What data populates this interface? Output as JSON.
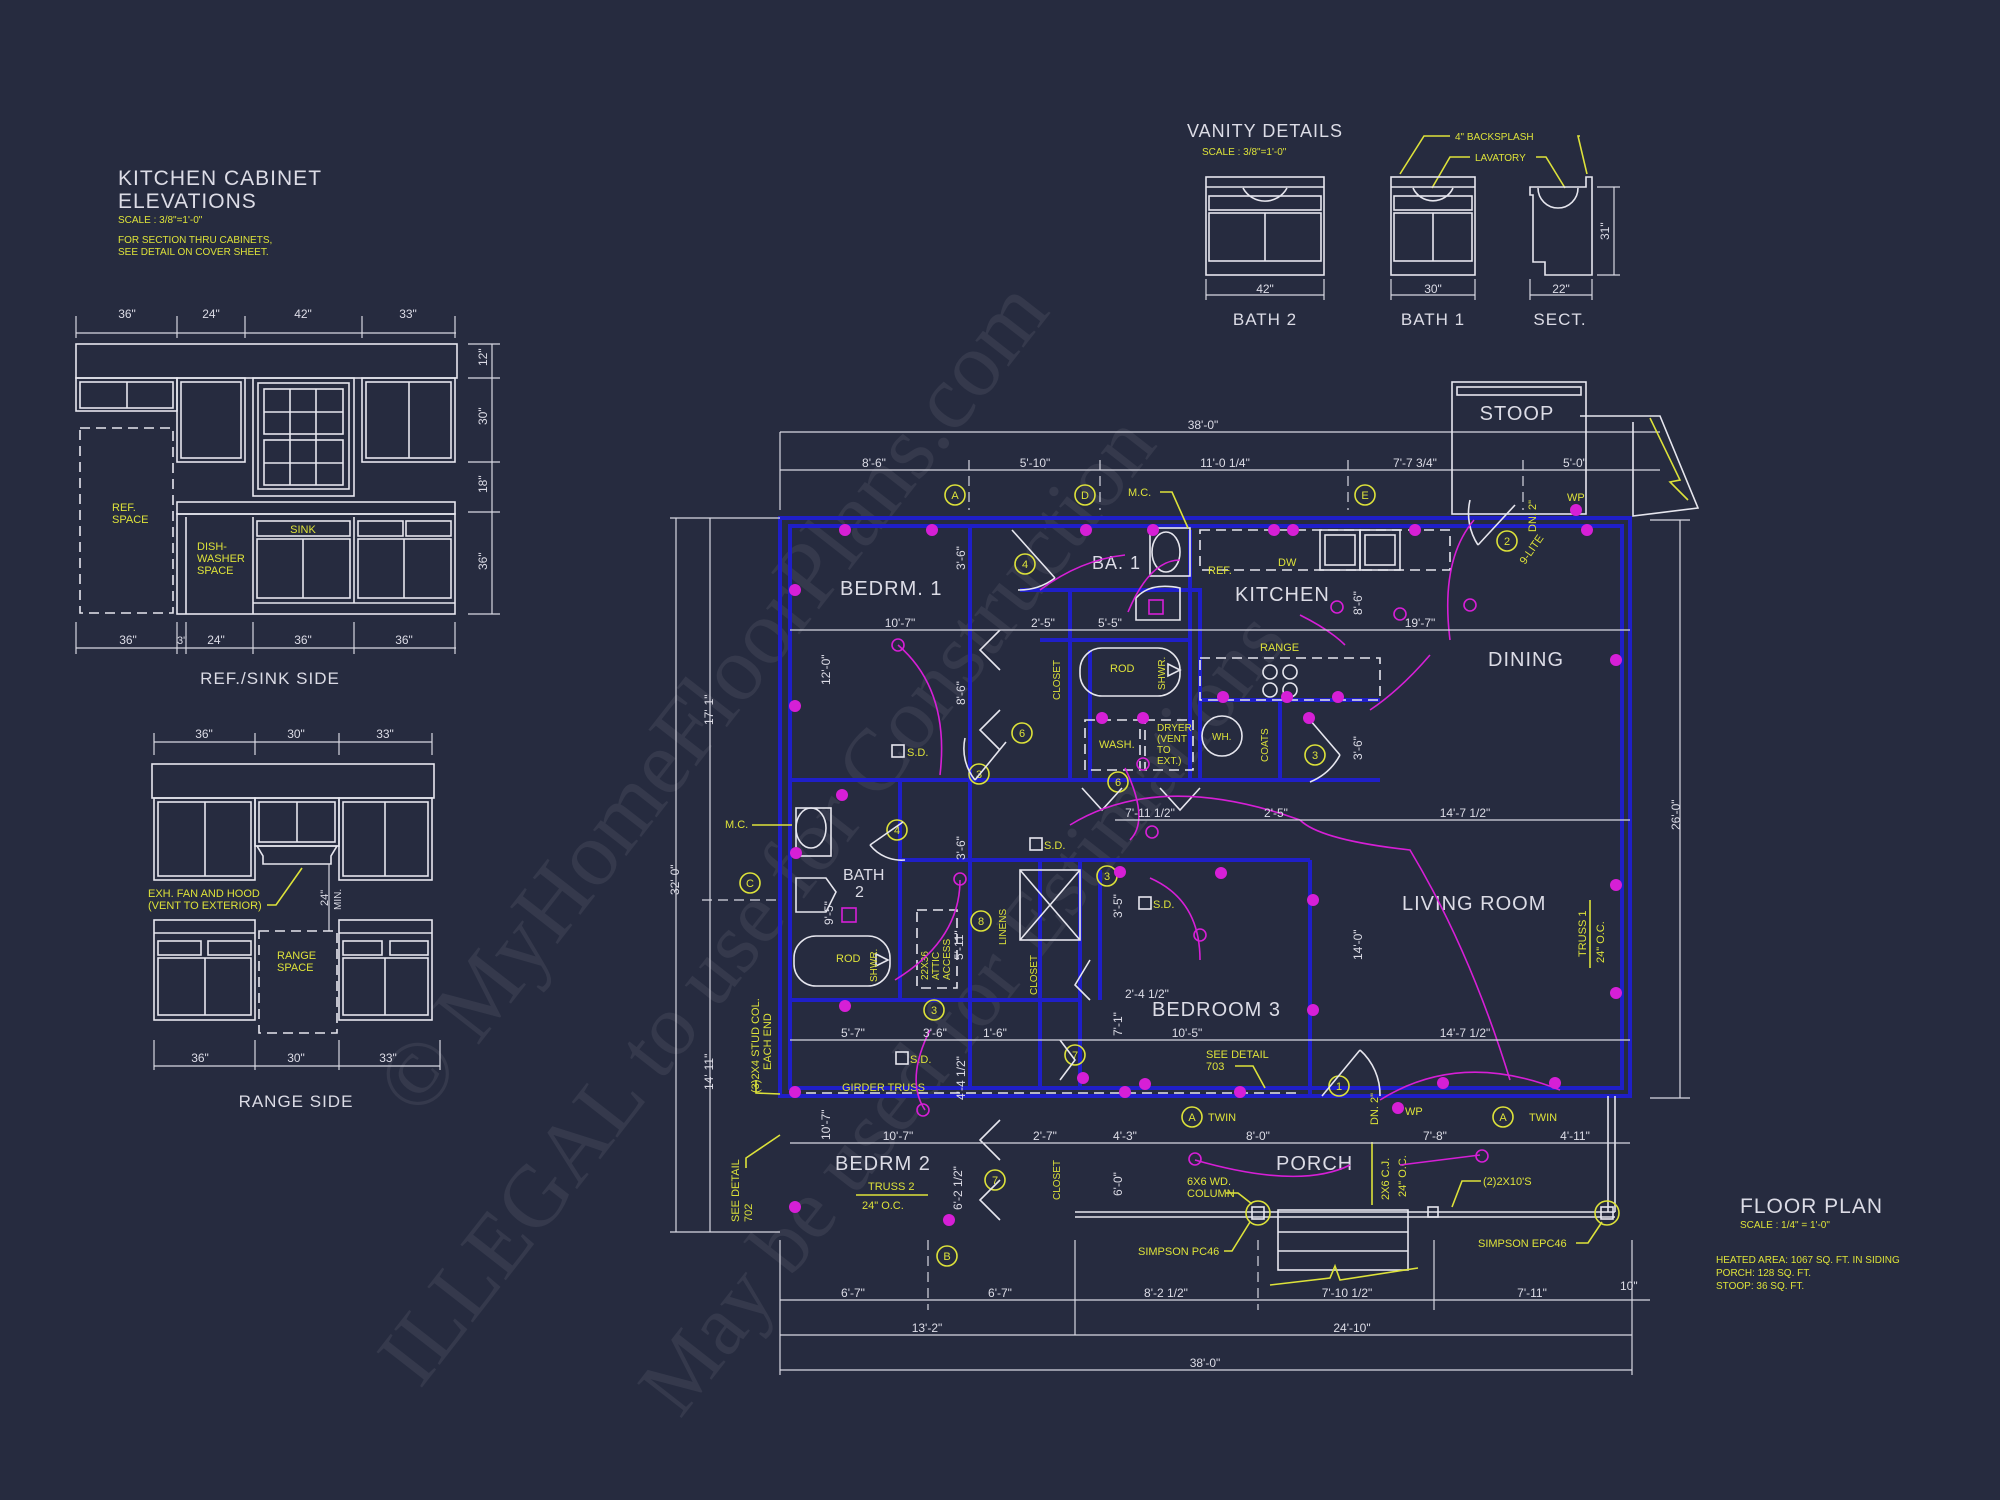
{
  "sheet": {
    "background": "#262b3f",
    "colors": {
      "lines": "#e6e6ee",
      "walls": "#1f1fc8",
      "annotations": "#dde23a",
      "electrical": "#d61fd6"
    }
  },
  "watermarks": [
    "© MyHomeFloorPlans.com",
    "ILLEGAL to use for Construction",
    "May be used for Estimations"
  ],
  "kitchen_elevations": {
    "title_line1": "KITCHEN CABINET",
    "title_line2": "ELEVATIONS",
    "scale": "SCALE : 3/8\"=1'-0\"",
    "note_line1": "FOR SECTION THRU CABINETS,",
    "note_line2": "SEE DETAIL ON COVER SHEET.",
    "ref_sink": {
      "top_dims": [
        "36\"",
        "24\"",
        "42\"",
        "33\""
      ],
      "bottom_dims": [
        "36\"",
        "3\"",
        "24\"",
        "36\"",
        "36\""
      ],
      "side_dims": [
        "12\"",
        "30\"",
        "18\"",
        "36\""
      ],
      "ref_label_1": "REF.",
      "ref_label_2": "SPACE",
      "dw_label_1": "DISH-",
      "dw_label_2": "WASHER",
      "dw_label_3": "SPACE",
      "sink_label": "SINK",
      "caption": "REF./SINK SIDE"
    },
    "range": {
      "top_dims": [
        "36\"",
        "30\"",
        "33\""
      ],
      "bottom_dims": [
        "36\"",
        "30\"",
        "33\""
      ],
      "hood_note_1": "EXH. FAN AND HOOD",
      "hood_note_2": "(VENT TO EXTERIOR)",
      "clearance_1": "24\"",
      "clearance_2": "MIN.",
      "range_label_1": "RANGE",
      "range_label_2": "SPACE",
      "caption": "RANGE SIDE"
    }
  },
  "vanity_details": {
    "title": "VANITY DETAILS",
    "scale": "SCALE : 3/8\"=1'-0\"",
    "backsplash_note": "4\" BACKSPLASH",
    "lavatory_note": "LAVATORY",
    "bath2": {
      "width": "42\"",
      "caption": "BATH 2"
    },
    "bath1": {
      "width": "30\"",
      "caption": "BATH 1"
    },
    "section": {
      "width": "22\"",
      "height": "31\"",
      "caption": "SECT."
    }
  },
  "floor_plan": {
    "title": "FLOOR PLAN",
    "scale": "SCALE :  1/4\" = 1'-0\"",
    "areas": [
      "HEATED AREA: 1067 SQ. FT. IN SIDING",
      "PORCH: 128 SQ. FT.",
      "STOOP: 36 SQ. FT."
    ],
    "rooms": {
      "bedrm1": "BEDRM. 1",
      "ba1": "BA. 1",
      "kitchen": "KITCHEN",
      "dining": "DINING",
      "living": "LIVING ROOM",
      "bath2_1": "BATH",
      "bath2_2": "2",
      "bedroom3": "BEDROOM 3",
      "bedrm2": "BEDRM 2",
      "porch": "PORCH",
      "stoop": "STOOP"
    },
    "fixtures": {
      "ref": "REF.",
      "dw": "DW",
      "range": "RANGE",
      "rod": "ROD",
      "shwr": "SHWR.",
      "wash": "WASH.",
      "dryer_1": "DRYER",
      "dryer_2": "(VENT",
      "dryer_3": "TO",
      "dryer_4": "EXT.)",
      "wh": "WH.",
      "coats": "COATS",
      "closet": "CLOSET",
      "linens": "LINENS",
      "attic_1": "22X36",
      "attic_2": "ATTIC",
      "attic_3": "ACCESS",
      "mc": "M.C.",
      "sd": "S.D.",
      "wp": "WP",
      "nine_lite": "9-LITE",
      "dn2": "DN. 2\""
    },
    "notes": {
      "girder_truss": "GIRDER TRUSS",
      "stud_col_1": "(3)2X4 STUD COL.",
      "stud_col_2": "EACH END",
      "see_detail_702_1": "SEE DETAIL",
      "see_detail_702_2": "702",
      "see_detail_703_1": "SEE DETAIL",
      "see_detail_703_2": "703",
      "truss1_1": "TRUSS 1",
      "truss1_2": "24\" O.C.",
      "truss2_1": "TRUSS 2",
      "truss2_2": "24\" O.C.",
      "column_1": "6X6 WD.",
      "column_2": "COLUMN",
      "simpson_pc46": "SIMPSON PC46",
      "simpson_epc46": "SIMPSON EPC46",
      "beam": "(2)2X10'S",
      "cj_1": "2X6 C.J.",
      "cj_2": "24\" O.C.",
      "twin": "TWIN"
    },
    "window_tags": [
      "A",
      "D",
      "E",
      "C",
      "B",
      "A",
      "A"
    ],
    "door_tags": [
      "4",
      "2",
      "6",
      "6",
      "3",
      "4",
      "3",
      "8",
      "3",
      "3",
      "7",
      "7",
      "1"
    ],
    "dims_top": {
      "overall": "38'-0\"",
      "segments": [
        "8'-6\"",
        "5'-10\"",
        "11'-0 1/4\"",
        "7'-7 3/4\"",
        "5'-0\""
      ]
    },
    "dims_bottom": {
      "row1": [
        "6'-7\"",
        "6'-7\"",
        "8'-2 1/2\"",
        "7'-10 1/2\"",
        "7'-11\""
      ],
      "row2": [
        "13'-2\"",
        "24'-10\""
      ],
      "overall": "38'-0\"",
      "offset": "10\""
    },
    "dims_left": {
      "overall": "32'-0\"",
      "upper": "17'-1\"",
      "lower": "14'-11\""
    },
    "dims_right": {
      "overall": "26'-0\""
    },
    "dims_interior": {
      "bedrm1_w": "10'-7\"",
      "bedrm1_h": "12'-0\"",
      "closet1_w": "2'-5\"",
      "ba1_w": "5'-5\"",
      "kitchen_dining_w": "19'-7\"",
      "kitchen_h": "8'-6\"",
      "hall_h": "8'-6\"",
      "door_3_6": "3'-6\"",
      "laundry_w": "7'-11 1/2\"",
      "coats_w": "2'-5\"",
      "living_w1": "14'-7 1/2\"",
      "living_w2": "14'-7 1/2\"",
      "coat_h": "3'-6\"",
      "hall_3_6": "3'-6\"",
      "bath2_h": "9'-5\"",
      "attic_h": "5'-11\"",
      "bed3_h1": "3'-5\"",
      "bed3_h2": "7'-1\"",
      "bed3_w": "10'-5\"",
      "bed3_jog": "2'-4 1/2\"",
      "living_h": "14'-0\"",
      "hall_5_7": "5'-7\"",
      "hall_3_6b": "3'-6\"",
      "hall_1_6": "1'-6\"",
      "hall_4_4": "4'-4 1/2\"",
      "bedrm2_w": "10'-7\"",
      "bedrm2_h": "10'-7\"",
      "bedrm2_h2": "6'-2 1/2\"",
      "closet2_w": "2'-7\"",
      "porch_4_3": "4'-3\"",
      "porch_8_0": "8'-0\"",
      "porch_7_8": "7'-8\"",
      "porch_4_11": "4'-11\"",
      "porch_h": "6'-0\""
    }
  }
}
